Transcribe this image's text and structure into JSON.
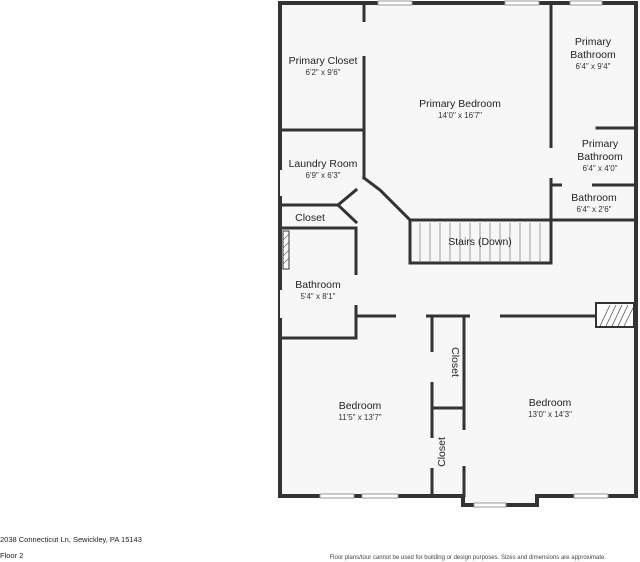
{
  "rooms": {
    "primary_closet": {
      "name": "Primary Closet",
      "dims": "6'2\" x 9'6\""
    },
    "primary_bedroom": {
      "name": "Primary Bedroom",
      "dims": "14'0\" x 16'7\""
    },
    "primary_bathroom_1": {
      "name_line1": "Primary",
      "name_line2": "Bathroom",
      "dims": "6'4\" x 9'4\""
    },
    "primary_bathroom_2": {
      "name_line1": "Primary",
      "name_line2": "Bathroom",
      "dims": "6'4\" x 4'0\""
    },
    "bathroom_small": {
      "name": "Bathroom",
      "dims": "6'4\" x 2'6\""
    },
    "laundry_room": {
      "name": "Laundry Room",
      "dims": "6'9\" x 6'3\""
    },
    "closet_hall": {
      "name": "Closet"
    },
    "stairs": {
      "name": "Stairs (Down)"
    },
    "bathroom_hall": {
      "name": "Bathroom",
      "dims": "5'4\" x 8'1\""
    },
    "bedroom_left": {
      "name": "Bedroom",
      "dims": "11'5\" x 13'7\""
    },
    "closet_upper": {
      "name": "Closet"
    },
    "closet_lower": {
      "name": "Closet"
    },
    "bedroom_right": {
      "name": "Bedroom",
      "dims": "13'0\" x 14'3\""
    }
  },
  "footer": {
    "address": "2038 Connecticut Ln, Sewickley, PA 15143",
    "floor": "Floor 2",
    "disclaimer": "Floor plans/tour cannot be used for building or design purposes. Sizes and dimensions are approximate."
  },
  "colors": {
    "wall": "#333333",
    "floor_fill": "#f7f7f7",
    "window": "#dddddd",
    "background": "#ffffff"
  }
}
